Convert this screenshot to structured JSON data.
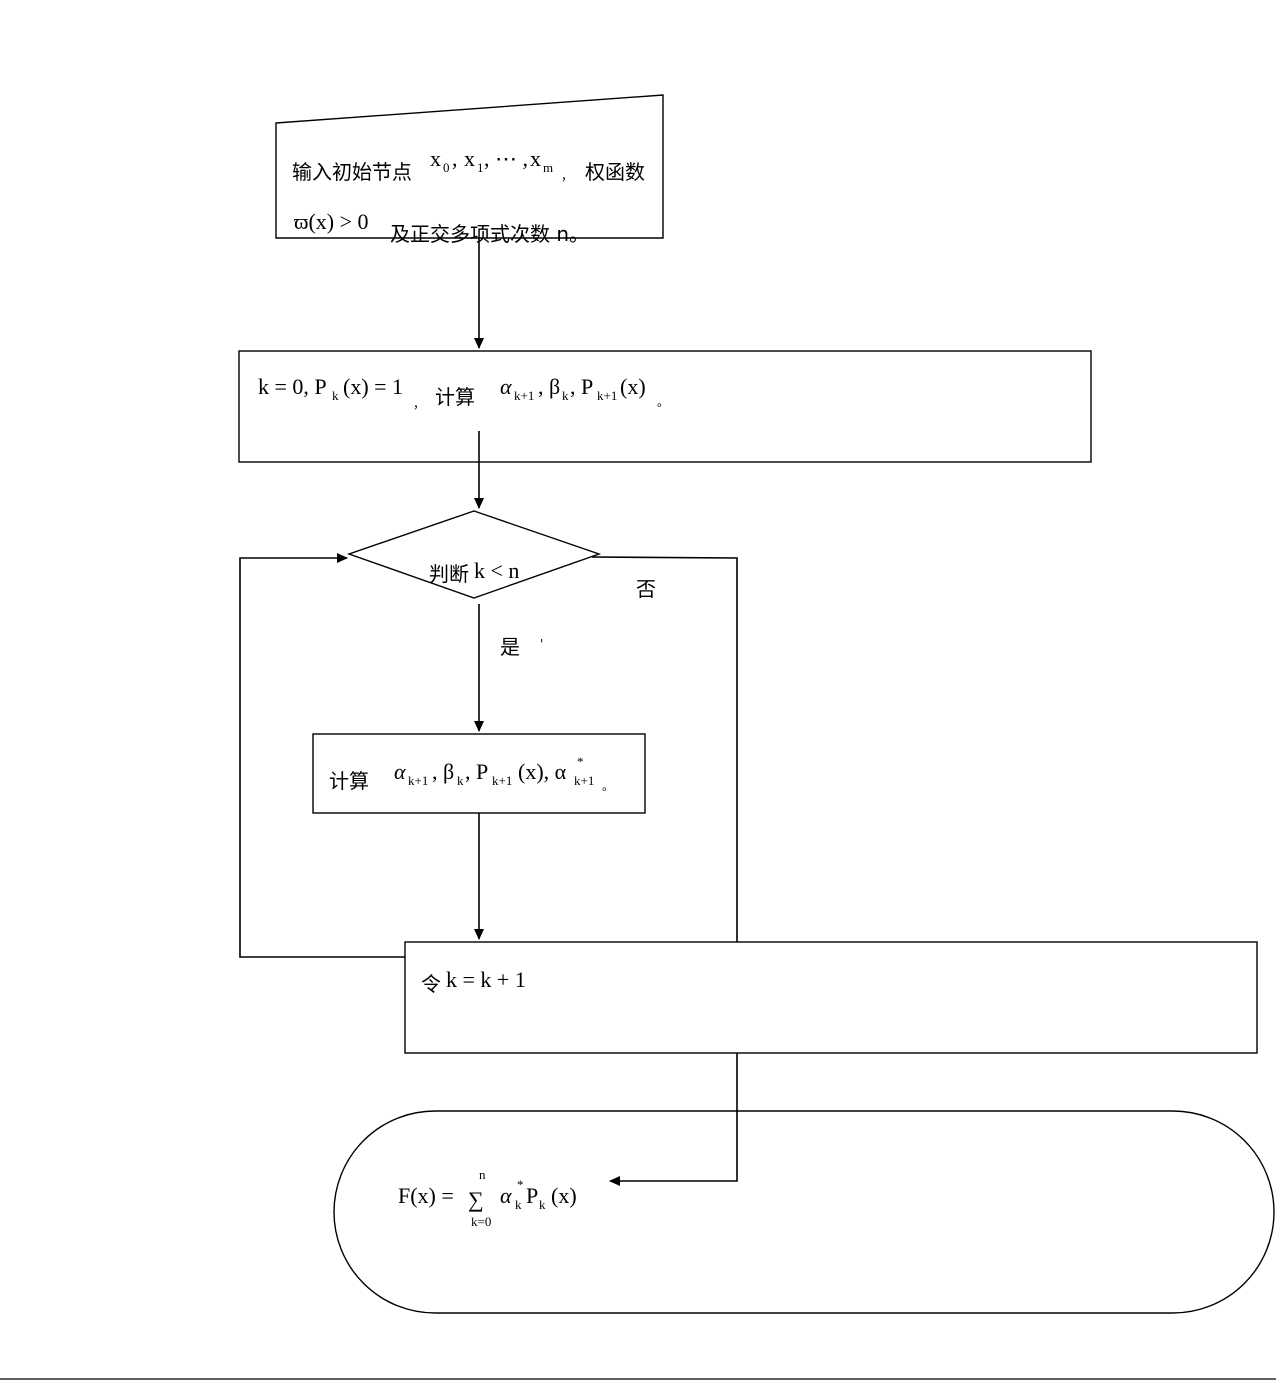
{
  "input_box": {
    "label_1": "输入初始节点",
    "nodes": "x",
    "sub_0": "0",
    "sub_1": "1",
    "dots": ", ⋯ ,",
    "sub_m": "m",
    "comma": "，",
    "label_2": "权函数",
    "weight": "ϖ(x) > 0",
    "label_3": "及正交多项式次数 n。"
  },
  "init_box": {
    "formula": "k = 0, P",
    "sub_k": "k",
    "formula_2": "(x) = 1",
    "comma": "，",
    "label": "计算",
    "alpha": "α",
    "sub_k1": "k+1",
    "beta": ", β",
    "sub_k2": "k",
    "p": ", P",
    "sub_k3": "k+1",
    "tail": "(x)",
    "end": "。"
  },
  "decision": {
    "label": "判断",
    "cond": "k < n",
    "no": "否",
    "yes": "是",
    "tick": "'"
  },
  "compute_box": {
    "label": "计算",
    "alpha": "α",
    "sub_a": "k+1",
    "beta": ", β",
    "sub_b": "k",
    "p": ", P",
    "sub_p": "k+1",
    "px": "(x), α",
    "star": "*",
    "sub_a2": "k+1",
    "end": "。"
  },
  "increment_box": {
    "label": "令",
    "formula": "k = k + 1"
  },
  "output": {
    "f": "F(x) =",
    "sigma": "∑",
    "upper": "n",
    "lower": "k=0",
    "alpha": "α",
    "star": "*",
    "sub_k": "k",
    "p": "P",
    "sub_p": "k",
    "tail": "(x)"
  }
}
